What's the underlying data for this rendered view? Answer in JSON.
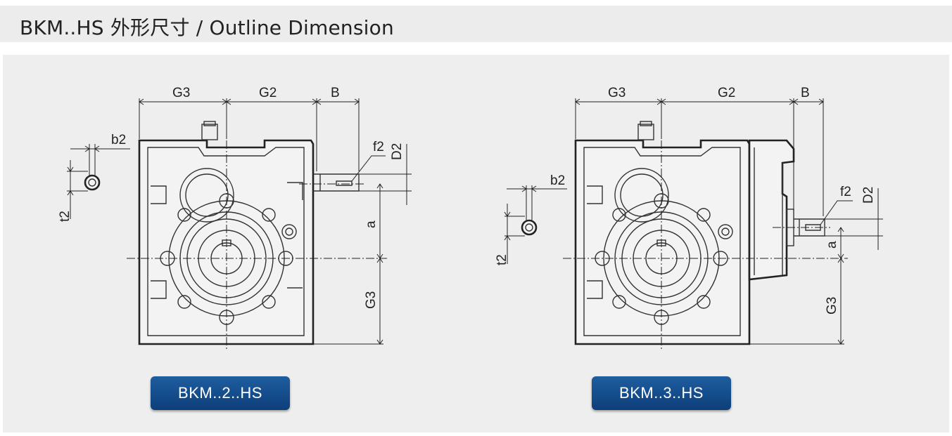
{
  "header": {
    "title": "BKM..HS 外形尺寸 / Outline Dimension"
  },
  "models": [
    {
      "name": "BKM..2..HS",
      "dims": {
        "g3": "G3",
        "g2": "G2",
        "b": "B",
        "b2": "b2",
        "f2": "f2",
        "d2": "D2",
        "t2": "t2",
        "a": "a",
        "g3v": "G3"
      }
    },
    {
      "name": "BKM..3..HS",
      "dims": {
        "g3": "G3",
        "g2": "G2",
        "b": "B",
        "b2": "b2",
        "f2": "f2",
        "d2": "D2",
        "t2": "t2",
        "a": "a",
        "g3v": "G3"
      }
    }
  ]
}
